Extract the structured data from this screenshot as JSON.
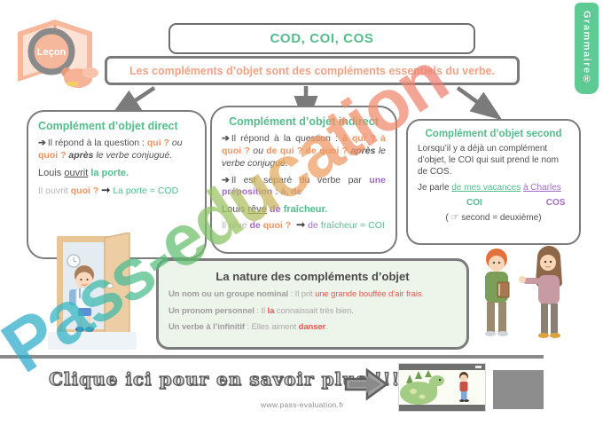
{
  "colors": {
    "green": "#53bd8b",
    "orange": "#f0935f",
    "purple": "#a06cc5",
    "salmon": "#f2a284",
    "red": "#e9544d",
    "tab_green": "#5ecb94",
    "text_gray": "#4f4f4f"
  },
  "icons": {
    "bullet_arrow": "➔",
    "arrow_right": "➞",
    "hand_point": "☞"
  },
  "logo": {
    "label": "Leçon"
  },
  "side_tab": {
    "label": "Grammaire®"
  },
  "header": {
    "title": "COD, COI, COS",
    "banner": "Les compléments d’objet sont des compléments essentiels du verbe."
  },
  "box_cod": {
    "title": "Complément d’objet direct",
    "rule_intro": "Il répond à la question : ",
    "rule_q1": "qui ?",
    "rule_or": " ou ",
    "rule_q2": "quoi ?",
    "rule_apres": " après ",
    "rule_end": "le verbe conjugué.",
    "ex_subject": "Louis ",
    "ex_verb": "ouvrit",
    "ex_object": " la porte.",
    "an_intro": "Il ouvrit ",
    "an_q": "quoi ?",
    "an_result": "La porte = COD"
  },
  "box_coi": {
    "title": "Complément d’objet indirect",
    "rule_intro": "Il répond à la question : ",
    "rule_q1": "à qui ? à quoi ? ",
    "rule_or": "ou ",
    "rule_q2": "de qui ? de quoi ? ",
    "rule_apres": "après ",
    "rule_end": "le verbe conjugué.",
    "rule2_intro": "Il est séparé du verbe par ",
    "rule2_hl": "une préposition : à, de",
    "ex_subject": "Louis ",
    "ex_verb": "rêve",
    "ex_prep": " de ",
    "ex_object": "fraîcheur.",
    "an_intro": "Il rêve ",
    "an_prep": "de ",
    "an_q": "quoi ? ",
    "an_result_prep": "de ",
    "an_result": "fraîcheur = COI"
  },
  "box_cos": {
    "title": "Complément d’objet second",
    "rule": "Lorsqu’il y a déjà un complément d’objet, le COI qui suit prend le nom de COS.",
    "ex_intro": "Je parle ",
    "ex_coi": "de mes vacances",
    "ex_sep": " ",
    "ex_cos": "à Charles",
    "label_coi": "COI",
    "label_cos": "COS",
    "note_open": "( ",
    "note_text": " second = deuxième)"
  },
  "box_nature": {
    "title": "La nature des compléments d’objet",
    "items": [
      {
        "label": "Un nom ou un groupe nominal",
        "mid": " : Il prit ",
        "highlight": "une grande bouffée d’air frais",
        "end": "."
      },
      {
        "label": "Un pronom personnel",
        "mid": " : Il ",
        "highlight": "la",
        "end": " connaissait très bien."
      },
      {
        "label": "Un verbe à l’infinitif",
        "mid": " : Elles aiment ",
        "highlight": "danser",
        "end": "."
      }
    ]
  },
  "footer": {
    "cta": "Clique ici pour en savoir plus !!!",
    "url": "www.pass-evaluation.fr"
  },
  "watermark": "Pass-education"
}
